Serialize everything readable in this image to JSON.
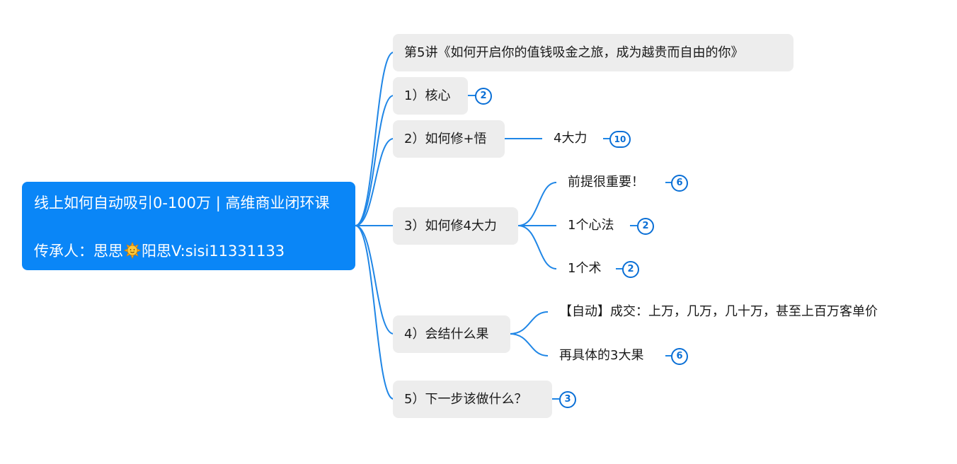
{
  "colors": {
    "root_bg": "#0a86f7",
    "topic_bg": "#ededed",
    "line": "#1f86e6",
    "badge": "#0a6fd6",
    "text": "#1a1a1a"
  },
  "root": {
    "title": "线上如何自动吸引0-100万 | 高维商业闭环课",
    "sub_before": "传承人：思思",
    "icon": "sun-emoji-icon",
    "sub_after": "阳思V:sisi11331133"
  },
  "topics": [
    {
      "label": "第5讲《如何开启你的值钱吸金之旅，成为越贵而自由的你》"
    },
    {
      "label": "1）核心",
      "badge": "2"
    },
    {
      "label": "2）如何修+悟"
    },
    {
      "label": "3）如何修4大力"
    },
    {
      "label": "4）会结什么果"
    },
    {
      "label": "5）下一步该做什么？",
      "badge": "3"
    }
  ],
  "subtopics": {
    "t2": [
      {
        "label": "4大力",
        "badge": "10"
      }
    ],
    "t3": [
      {
        "label": "前提很重要！",
        "badge": "6"
      },
      {
        "label": "1个心法",
        "badge": "2"
      },
      {
        "label": "1个术",
        "badge": "2"
      }
    ],
    "t4": [
      {
        "label": "【自动】成交：上万，几万，几十万，甚至上百万客单价"
      },
      {
        "label": "再具体的3大果",
        "badge": "6"
      }
    ]
  }
}
